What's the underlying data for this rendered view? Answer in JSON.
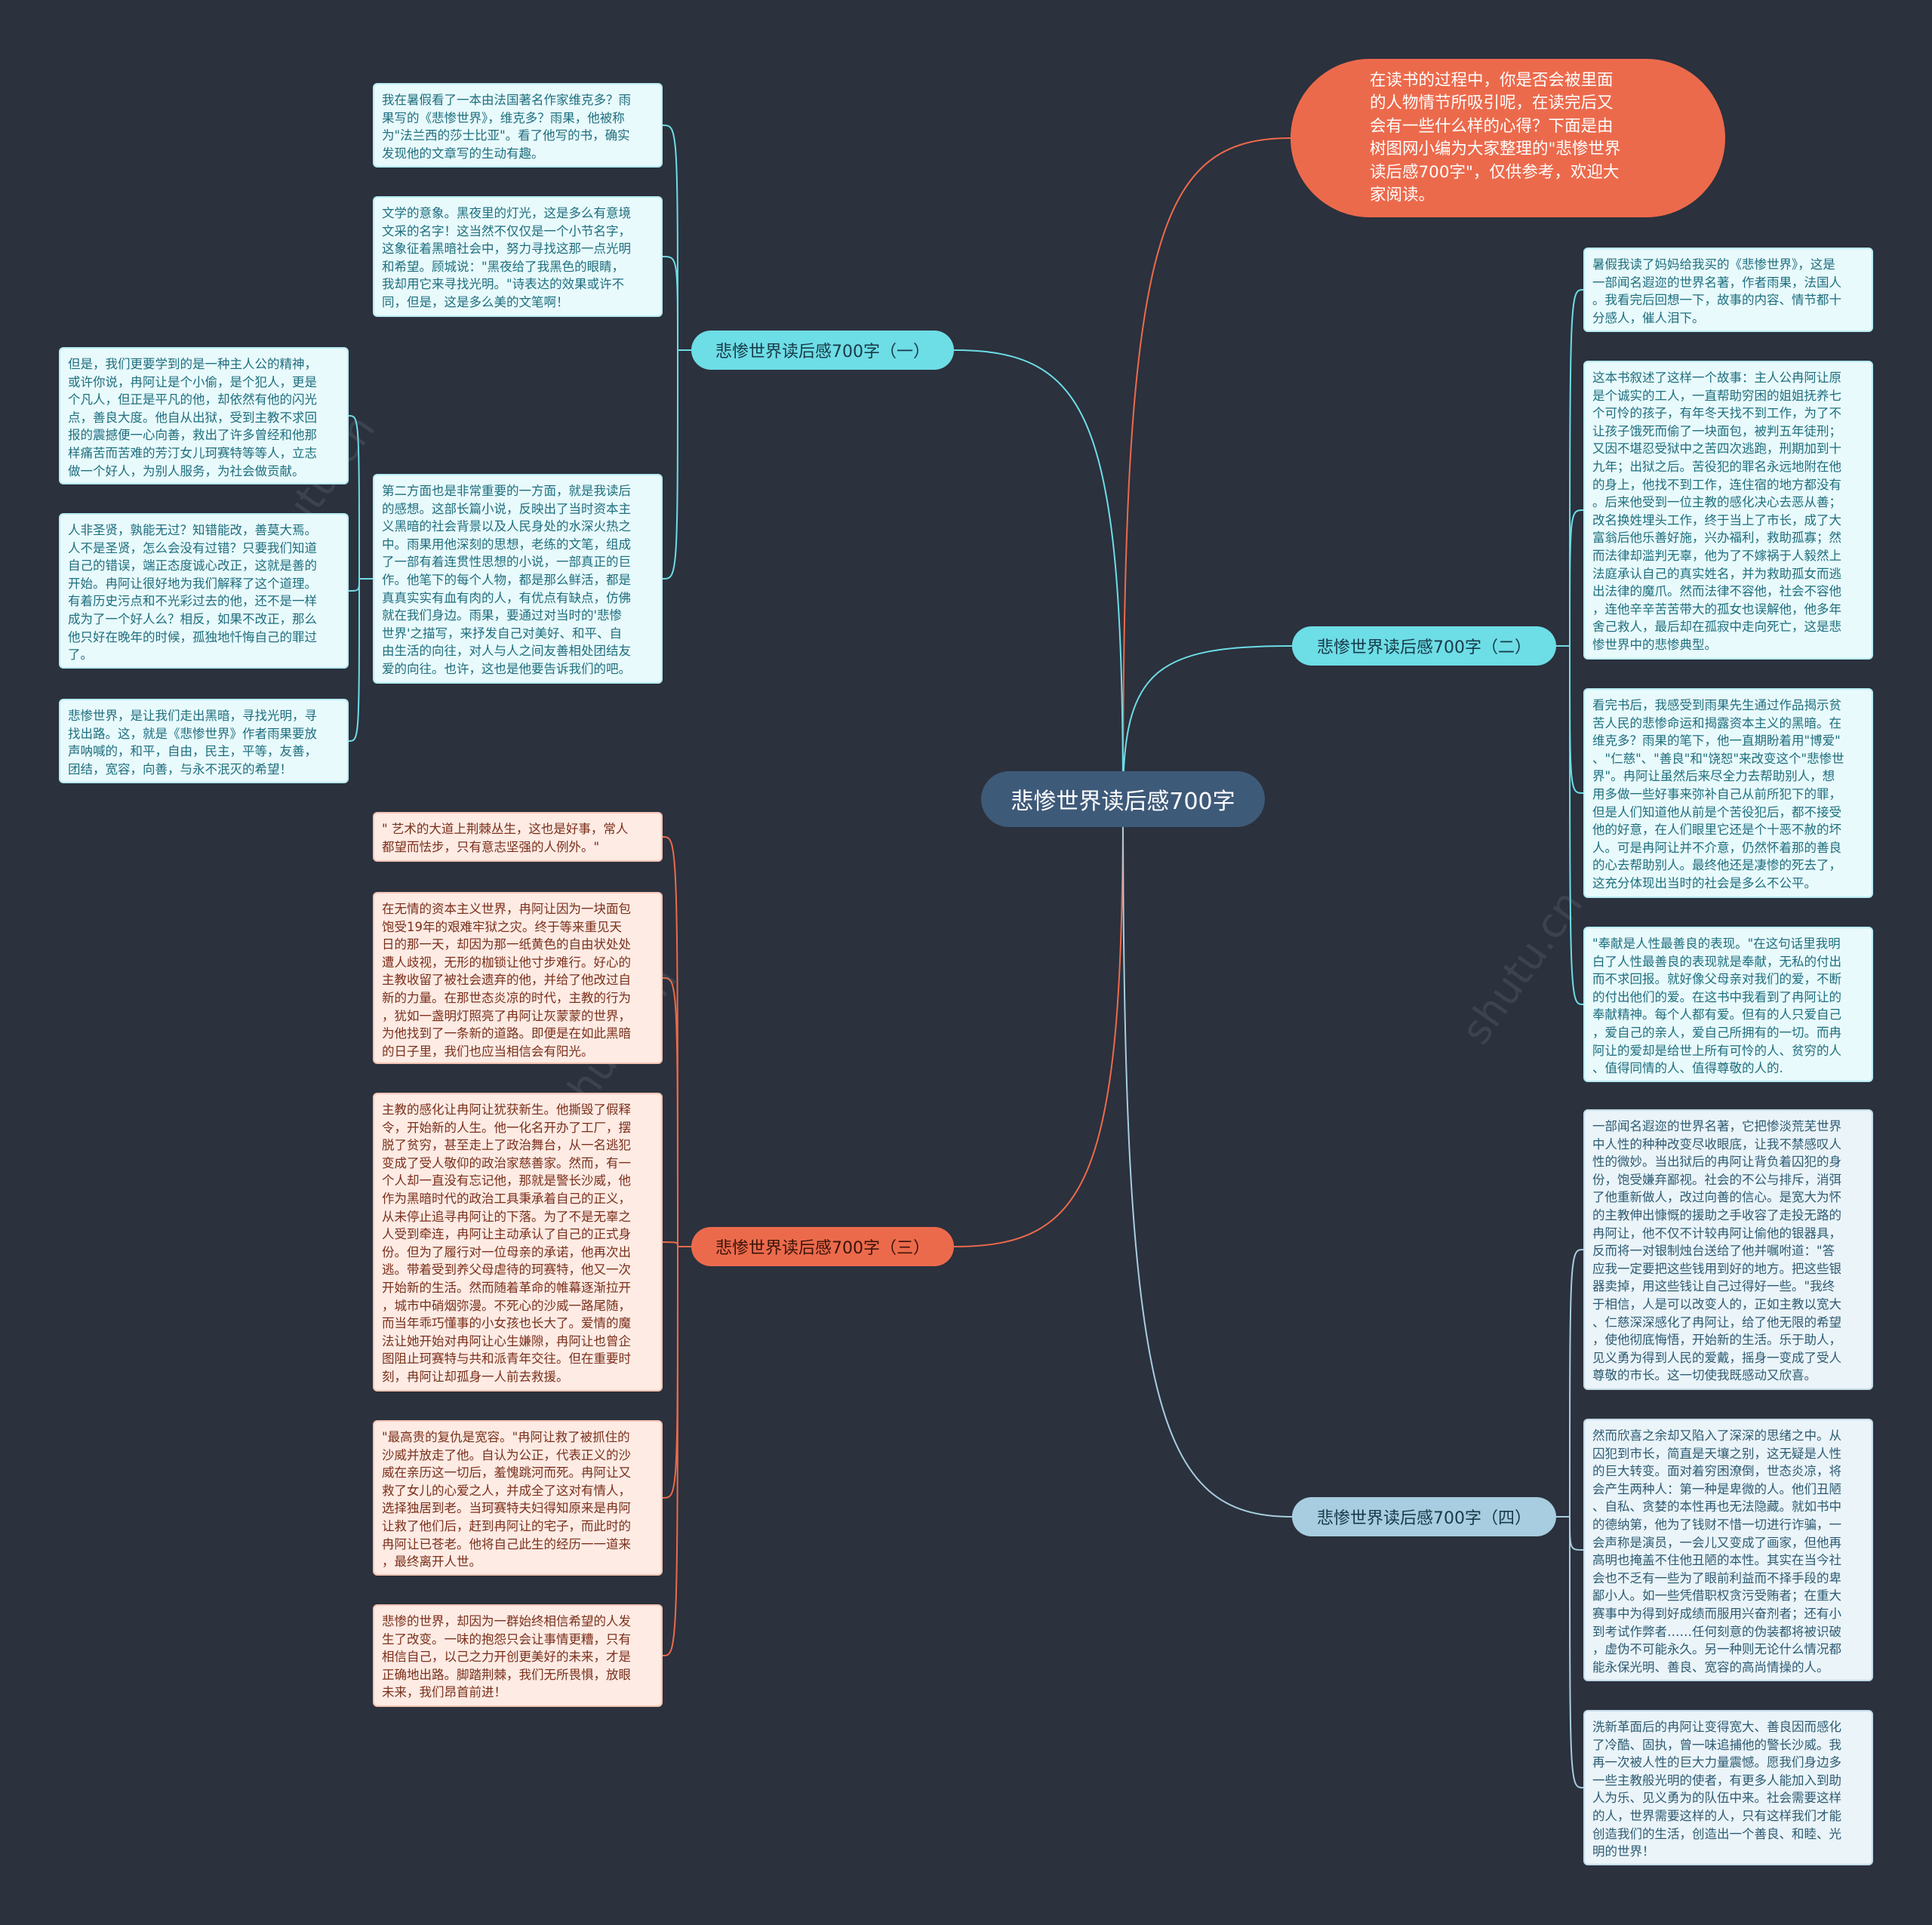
{
  "colors": {
    "background": "#2b313d",
    "root": "#3e5a79",
    "cyan": "#6ddde6",
    "orange": "#ec6a4c",
    "lightblue": "#a8cde0"
  },
  "root": {
    "label": "悲惨世界读后感700字"
  },
  "intro": {
    "text": "在读书的过程中，你是否会被里面\n的人物情节所吸引呢，在读完后又\n会有一些什么样的心得？下面是由\n树图网小编为大家整理的\"悲惨世界\n读后感700字\"，仅供参考，欢迎大\n家阅读。"
  },
  "branches": [
    {
      "label": "悲惨世界读后感700字（一）",
      "leaves": [
        {
          "text": "我在暑假看了一本由法国著名作家维克多？雨\n果写的《悲惨世界》，维克多？雨果，他被称\n为\"法兰西的莎士比亚\"。看了他写的书，确实\n发现他的文章写的生动有趣。"
        },
        {
          "text": "文学的意象。黑夜里的灯光，这是多么有意境\n文采的名字！这当然不仅仅是一个小节名字，\n这象征着黑暗社会中，努力寻找这那一点光明\n和希望。顾城说：\"黑夜给了我黑色的眼睛，\n我却用它来寻找光明。\"诗表达的效果或许不\n同，但是，这是多么美的文笔啊！"
        },
        {
          "text": "第二方面也是非常重要的一方面，就是我读后\n的感想。这部长篇小说，反映出了当时资本主\n义黑暗的社会背景以及人民身处的水深火热之\n中。雨果用他深刻的思想，老练的文笔，组成\n了一部有着连贯性思想的小说，一部真正的巨\n作。他笔下的每个人物，都是那么鲜活，都是\n真真实实有血有肉的人，有优点有缺点，仿佛\n就在我们身边。雨果，要通过对当时的'悲惨\n世界'之描写，来抒发自己对美好、和平、自\n由生活的向往，对人与人之间友善相处团结友\n爱的向往。也许，这也是他要告诉我们的吧。",
          "children": [
            {
              "text": "但是，我们更要学到的是一种主人公的精神，\n或许你说，冉阿让是个小偷，是个犯人，更是\n个凡人，但正是平凡的他，却依然有他的闪光\n点，善良大度。他自从出狱，受到主教不求回\n报的震撼便一心向善，救出了许多曾经和他那\n样痛苦而苦难的芳汀女儿珂赛特等等人，立志\n做一个好人，为别人服务，为社会做贡献。"
            },
            {
              "text": "人非圣贤，孰能无过？知错能改，善莫大焉。\n人不是圣贤，怎么会没有过错？只要我们知道\n自己的错误，端正态度诚心改正，这就是善的\n开始。冉阿让很好地为我们解释了这个道理。\n有着历史污点和不光彩过去的他，还不是一样\n成为了一个好人么？相反，如果不改正，那么\n他只好在晚年的时候，孤独地忏悔自己的罪过\n了。"
            },
            {
              "text": "悲惨世界，是让我们走出黑暗，寻找光明，寻\n找出路。这，就是《悲惨世界》作者雨果要放\n声呐喊的，和平，自由，民主，平等，友善，\n团结，宽容，向善，与永不泯灭的希望！"
            }
          ]
        }
      ]
    },
    {
      "label": "悲惨世界读后感700字（二）",
      "leaves": [
        {
          "text": "暑假我读了妈妈给我买的《悲惨世界》，这是\n一部闻名遐迩的世界名著，作者雨果，法国人\n。我看完后回想一下，故事的内容、情节都十\n分感人，催人泪下。"
        },
        {
          "text": "这本书叙述了这样一个故事：主人公冉阿让原\n是个诚实的工人，一直帮助穷困的姐姐抚养七\n个可怜的孩子，有年冬天找不到工作，为了不\n让孩子饿死而偷了一块面包，被判五年徒刑；\n又因不堪忍受狱中之苦四次逃跑，刑期加到十\n九年；出狱之后。苦役犯的罪名永远地附在他\n的身上，他找不到工作，连住宿的地方都没有\n。后来他受到一位主教的感化决心去恶从善；\n改名换姓埋头工作，终于当上了市长，成了大\n富翁后他乐善好施，兴办福利，救助孤寡；然\n而法律却滥判无辜，他为了不嫁祸于人毅然上\n法庭承认自己的真实姓名，并为救助孤女而逃\n出法律的魔爪。然而法律不容他，社会不容他\n，连他辛辛苦苦带大的孤女也误解他，他多年\n舍己救人，最后却在孤寂中走向死亡，这是悲\n惨世界中的悲惨典型。"
        },
        {
          "text": "看完书后，我感受到雨果先生通过作品揭示贫\n苦人民的悲惨命运和揭露资本主义的黑暗。在\n维克多？雨果的笔下，他一直期盼着用\"博爱\"\n、\"仁慈\"、\"善良\"和\"饶恕\"来改变这个\"悲惨世\n界\"。冉阿让虽然后来尽全力去帮助别人，想\n用多做一些好事来弥补自己从前所犯下的罪，\n但是人们知道他从前是个苦役犯后，都不接受\n他的好意，在人们眼里它还是个十恶不赦的坏\n人。可是冉阿让并不介意，仍然怀着那的善良\n的心去帮助别人。最终他还是凄惨的死去了，\n这充分体现出当时的社会是多么不公平。"
        },
        {
          "text": "\"奉献是人性最善良的表现。\"在这句话里我明\n白了人性最善良的表现就是奉献，无私的付出\n而不求回报。就好像父母亲对我们的爱，不断\n的付出他们的爱。在这书中我看到了冉阿让的\n奉献精神。每个人都有爱。但有的人只爱自己\n，爱自己的亲人，爱自己所拥有的一切。而冉\n阿让的爱却是给世上所有可怜的人、贫穷的人\n、值得同情的人、值得尊敬的人的."
        }
      ]
    },
    {
      "label": "悲惨世界读后感700字（三）",
      "leaves": [
        {
          "text": "\" 艺术的大道上荆棘丛生，这也是好事，常人\n都望而怯步，只有意志坚强的人例外。\""
        },
        {
          "text": "在无情的资本主义世界，冉阿让因为一块面包\n饱受19年的艰难牢狱之灾。终于等来重见天\n日的那一天，却因为那一纸黄色的自由状处处\n遭人歧视，无形的枷锁让他寸步难行。好心的\n主教收留了被社会遗弃的他，并给了他改过自\n新的力量。在那世态炎凉的时代，主教的行为\n，犹如一盏明灯照亮了冉阿让灰蒙蒙的世界，\n为他找到了一条新的道路。即便是在如此黑暗\n的日子里，我们也应当相信会有阳光。"
        },
        {
          "text": "主教的感化让冉阿让犹获新生。他撕毁了假释\n令，开始新的人生。他一化名开办了工厂，摆\n脱了贫穷，甚至走上了政治舞台，从一名逃犯\n变成了受人敬仰的政治家慈善家。然而，有一\n个人却一直没有忘记他，那就是警长沙威，他\n作为黑暗时代的政治工具秉承着自己的正义，\n从未停止追寻冉阿让的下落。为了不是无辜之\n人受到牵连，冉阿让主动承认了自己的正式身\n份。但为了履行对一位母亲的承诺，他再次出\n逃。带着受到养父母虐待的珂赛特，他又一次\n开始新的生活。然而随着革命的帷幕逐渐拉开\n，城市中硝烟弥漫。不死心的沙威一路尾随，\n而当年乖巧懂事的小女孩也长大了。爱情的魔\n法让她开始对冉阿让心生嫌隙，冉阿让也曾企\n图阻止珂赛特与共和派青年交往。但在重要时\n刻，冉阿让却孤身一人前去救援。"
        },
        {
          "text": "\"最高贵的复仇是宽容。\"冉阿让救了被抓住的\n沙威并放走了他。自认为公正，代表正义的沙\n威在亲历这一切后，羞愧跳河而死。冉阿让又\n救了女儿的心爱之人，并成全了这对有情人，\n选择独居到老。当珂赛特夫妇得知原来是冉阿\n让救了他们后，赶到冉阿让的宅子，而此时的\n冉阿让已苍老。他将自己此生的经历一一道来\n，最终离开人世。"
        },
        {
          "text": "悲惨的世界，却因为一群始终相信希望的人发\n生了改变。一味的抱怨只会让事情更糟，只有\n相信自己，以己之力开创更美好的未来，才是\n正确地出路。脚踏荆棘，我们无所畏惧，放眼\n未来，我们昂首前进！"
        }
      ]
    },
    {
      "label": "悲惨世界读后感700字（四）",
      "leaves": [
        {
          "text": "一部闻名遐迩的世界名著，它把惨淡荒芜世界\n中人性的种种改变尽收眼底，让我不禁感叹人\n性的微妙。当出狱后的冉阿让背负着囚犯的身\n份，饱受嫌弃鄙视。社会的不公与排斥，消弭\n了他重新做人，改过向善的信心。是宽大为怀\n的主教伸出慷慨的援助之手收容了走投无路的\n冉阿让，他不仅不计较冉阿让偷他的银器具，\n反而将一对银制烛台送给了他并嘱咐道：\"答\n应我一定要把这些钱用到好的地方。把这些银\n器卖掉，用这些钱让自己过得好一些。\"我终\n于相信，人是可以改变人的，正如主教以宽大\n、仁慈深深感化了冉阿让，给了他无限的希望\n，使他彻底悔悟，开始新的生活。乐于助人，\n见义勇为得到人民的爱戴，摇身一变成了受人\n尊敬的市长。这一切使我既感动又欣喜。"
        },
        {
          "text": "然而欣喜之余却又陷入了深深的思绪之中。从\n囚犯到市长，简直是天壤之别，这无疑是人性\n的巨大转变。面对着穷困潦倒，世态炎凉，将\n会产生两种人：第一种是卑微的人。他们丑陋\n、自私、贪婪的本性再也无法隐藏。就如书中\n的德纳第，他为了钱财不惜一切进行诈骗，一\n会声称是演员，一会儿又变成了画家，但他再\n高明也掩盖不住他丑陋的本性。其实在当今社\n会也不乏有一些为了眼前利益而不择手段的卑\n鄙小人。如一些凭借职权贪污受贿者；在重大\n赛事中为得到好成绩而服用兴奋剂者；还有小\n到考试作弊者……任何刻意的伪装都将被识破\n，虚伪不可能永久。另一种则无论什么情况都\n能永保光明、善良、宽容的高尚情操的人。"
        },
        {
          "text": "洗新革面后的冉阿让变得宽大、善良因而感化\n了冷酷、固执，曾一味追捕他的警长沙威。我\n再一次被人性的巨大力量震憾。愿我们身边多\n一些主教般光明的使者，有更多人能加入到助\n人为乐、见义勇为的队伍中来。社会需要这样\n的人，世界需要这样的人，只有这样我们才能\n创造我们的生活，创造出一个善良、和睦、光\n明的世界！"
        }
      ]
    }
  ]
}
